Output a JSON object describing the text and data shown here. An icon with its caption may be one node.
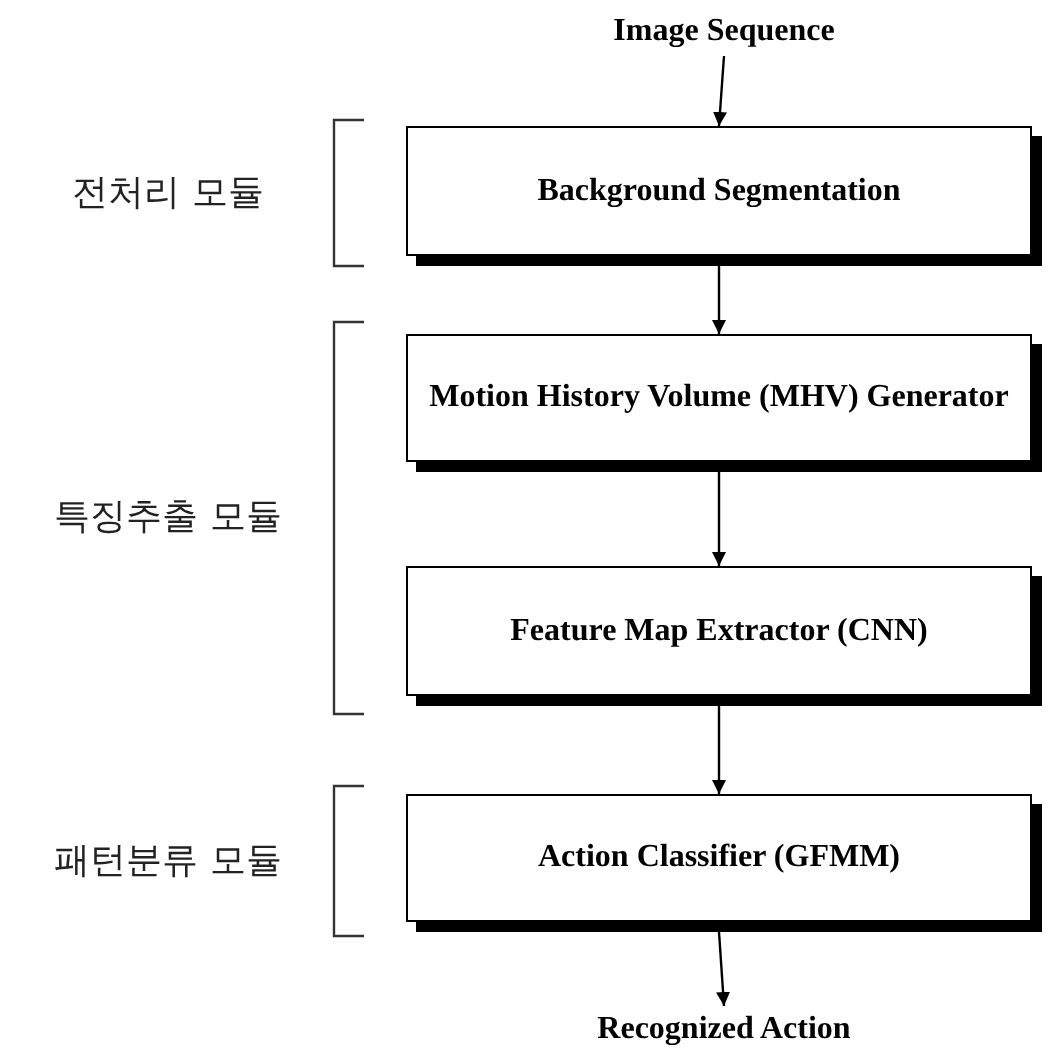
{
  "diagram": {
    "nodes": [
      {
        "text": [
          "Image Sequence"
        ]
      },
      {
        "text": [
          "Background Segmentation"
        ]
      },
      {
        "text": [
          "Motion History Volume (MHV) Generator"
        ]
      },
      {
        "text": [
          "Feature Map Extractor (CNN)"
        ]
      },
      {
        "text": [
          "Action Classifier (GFMM)"
        ]
      },
      {
        "text": [
          "Recognized Action"
        ]
      }
    ],
    "edges": [
      {
        "from": 0,
        "to": 1,
        "arrow": "to"
      },
      {
        "from": 1,
        "to": 2,
        "arrow": "to"
      },
      {
        "from": 2,
        "to": 3,
        "arrow": "to"
      },
      {
        "from": 3,
        "to": 4,
        "arrow": "to"
      },
      {
        "from": 4,
        "to": 5,
        "arrow": "to"
      }
    ],
    "labels": [
      "전처리 모듈",
      "특징추출 모듈",
      "패턴분류 모듈"
    ]
  }
}
